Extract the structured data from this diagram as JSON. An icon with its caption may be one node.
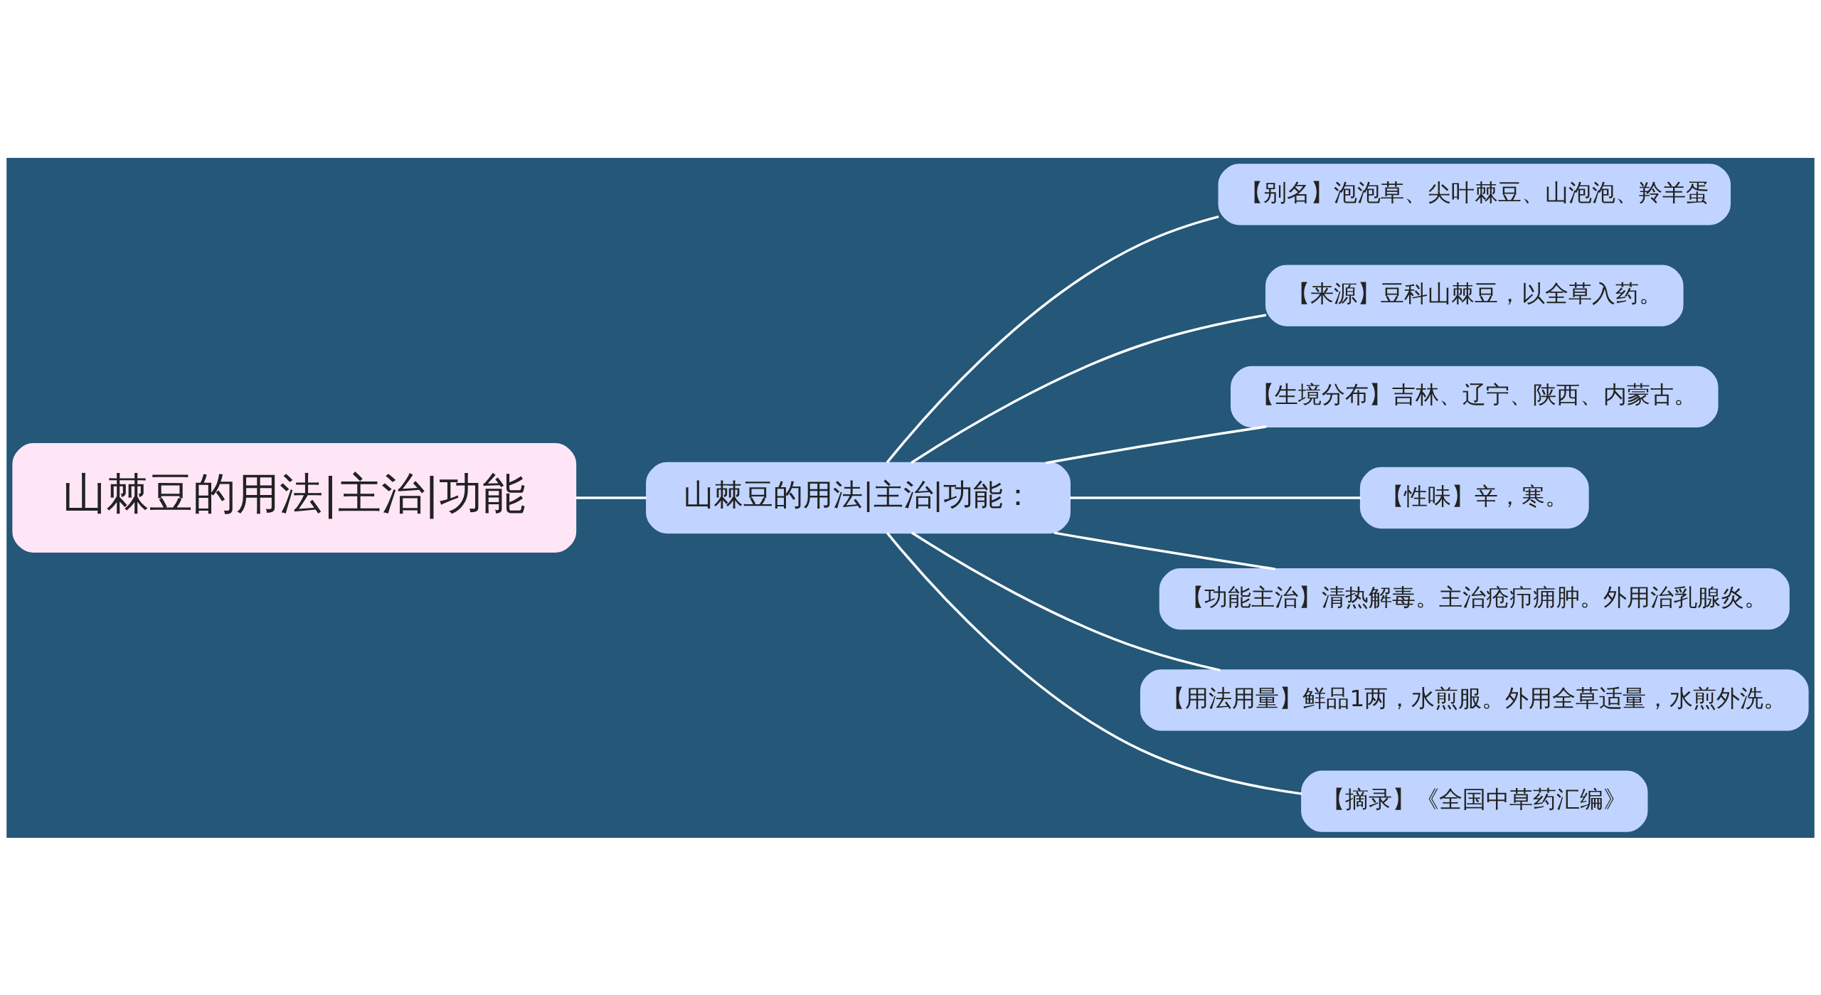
{
  "diagram": {
    "nodes": [
      {
        "text": [
          "山棘豆的用法|主治|功能"
        ]
      },
      {
        "text": [
          "山棘豆的用法|主治|功能："
        ]
      },
      {
        "text": [
          "【别名】泡泡草、尖叶棘豆、山泡泡、羚羊蛋"
        ]
      },
      {
        "text": [
          "【来源】豆科山棘豆，以全草入药。"
        ]
      },
      {
        "text": [
          "【生境分布】吉林、辽宁、陕西、内蒙古。"
        ]
      },
      {
        "text": [
          "【性味】辛，寒。"
        ]
      },
      {
        "text": [
          "【功能主治】清热解毒。主治疮疖痈肿。外用治乳腺炎。"
        ]
      },
      {
        "text": [
          "【用法用量】鲜品1两，水煎服。外用全草适量，水煎外洗。"
        ]
      },
      {
        "text": [
          "【摘录】《全国中草药汇编》"
        ]
      }
    ],
    "edges": [
      {
        "from": 0,
        "to": 1,
        "arrow": "none"
      },
      {
        "from": 1,
        "to": 2,
        "arrow": "none"
      },
      {
        "from": 1,
        "to": 3,
        "arrow": "none"
      },
      {
        "from": 1,
        "to": 4,
        "arrow": "none"
      },
      {
        "from": 1,
        "to": 5,
        "arrow": "none"
      },
      {
        "from": 1,
        "to": 6,
        "arrow": "none"
      },
      {
        "from": 1,
        "to": 7,
        "arrow": "none"
      },
      {
        "from": 1,
        "to": 8,
        "arrow": "none"
      }
    ]
  }
}
